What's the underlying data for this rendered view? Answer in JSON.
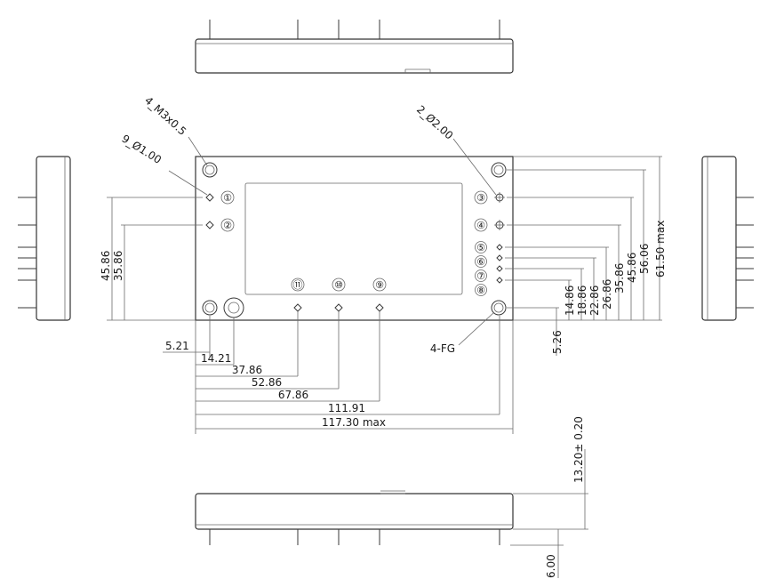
{
  "callouts": {
    "mount_holes": "4_M3x0.5",
    "pin_holes": "9_Ø1.00",
    "locator_holes": "2_Ø2.00",
    "frame_ground": "4-FG"
  },
  "pin_labels": [
    "①",
    "②",
    "③",
    "④",
    "⑤",
    "⑥",
    "⑦",
    "⑧",
    "⑨",
    "⑩",
    "⑪"
  ],
  "dims_x": {
    "d1": "5.21",
    "d2": "14.21",
    "d3": "37.86",
    "d4": "52.86",
    "d5": "67.86",
    "d6": "111.91",
    "d7": "117.30  max"
  },
  "dims_y_left": {
    "d1": "45.86",
    "d2": "35.86"
  },
  "dims_y_right": {
    "d1": "5.26",
    "d2": "14.86",
    "d3": "18.86",
    "d4": "22.86",
    "d5": "26.86",
    "d6": "35.86",
    "d7": "45.86",
    "d8": "56.06",
    "d9": "61.50  max"
  },
  "height_dims": {
    "body": "13.20± 0.20",
    "pin": "6.00"
  }
}
